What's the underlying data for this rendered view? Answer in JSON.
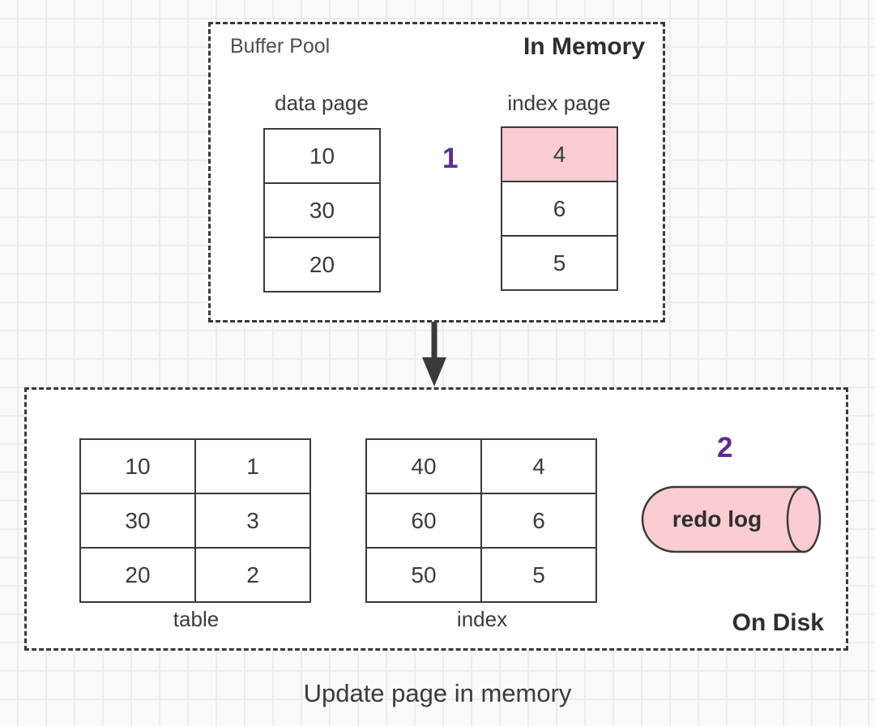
{
  "colors": {
    "page_bg": "#fafafa",
    "grid_line": "#ececec",
    "box_bg": "#ffffff",
    "line_dark": "#3a3a3a",
    "text_dark": "#3b3b3b",
    "text_medium": "#4d4d4d",
    "highlight_pink": "#fbccd2",
    "step_purple": "#5b2d91"
  },
  "memory_box": {
    "label": "Buffer Pool",
    "region_label": "In Memory",
    "step_marker": "1",
    "data_page": {
      "title": "data page",
      "cells": [
        "10",
        "30",
        "20"
      ]
    },
    "index_page": {
      "title": "index page",
      "cells": [
        "4",
        "6",
        "5"
      ]
    }
  },
  "disk_box": {
    "region_label": "On Disk",
    "step_marker": "2",
    "table": {
      "title": "table",
      "rows": [
        [
          "10",
          "1"
        ],
        [
          "30",
          "3"
        ],
        [
          "20",
          "2"
        ]
      ]
    },
    "index": {
      "title": "index",
      "rows": [
        [
          "40",
          "4"
        ],
        [
          "60",
          "6"
        ],
        [
          "50",
          "5"
        ]
      ]
    },
    "redo_log": {
      "label": "redo log"
    }
  },
  "caption": "Update page in memory"
}
